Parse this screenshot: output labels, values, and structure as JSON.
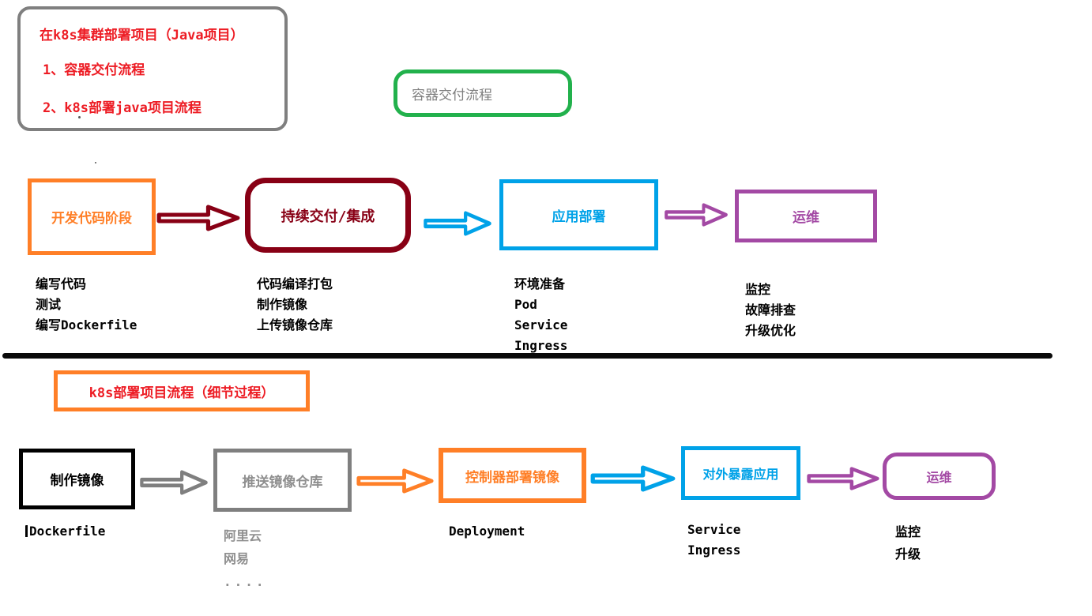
{
  "colors": {
    "red": "#ED1C24",
    "dark_red": "#880015",
    "orange": "#FF7F27",
    "green": "#22B14C",
    "blue": "#00A2E8",
    "purple": "#A349A4",
    "gray": "#7F7F7F",
    "black": "#000000"
  },
  "intro_box": {
    "title": "在k8s集群部署项目（Java项目）",
    "item1": "1、容器交付流程",
    "item2": "2、k8s部署java项目流程"
  },
  "section1": {
    "label_box": "容器交付流程",
    "steps": [
      {
        "label": "开发代码阶段",
        "notes": [
          "编写代码",
          "测试",
          "编写Dockerfile"
        ]
      },
      {
        "label": "持续交付/集成",
        "notes": [
          "代码编译打包",
          "制作镜像",
          "上传镜像仓库"
        ]
      },
      {
        "label": "应用部署",
        "notes": [
          "环境准备",
          "Pod",
          "Service",
          "Ingress"
        ]
      },
      {
        "label": "运维",
        "notes": [
          "监控",
          "故障排查",
          "升级优化"
        ]
      }
    ]
  },
  "section2": {
    "title": "k8s部署项目流程（细节过程）",
    "steps": [
      {
        "label": "制作镜像",
        "notes": [
          "Dockerfile"
        ]
      },
      {
        "label": "推送镜像仓库",
        "notes": [
          "阿里云",
          "网易",
          "...."
        ]
      },
      {
        "label": "控制器部署镜像",
        "notes": [
          "Deployment"
        ]
      },
      {
        "label": "对外暴露应用",
        "notes": [
          "Service",
          "Ingress"
        ]
      },
      {
        "label": "运维",
        "notes": [
          "监控",
          "升级"
        ]
      }
    ]
  }
}
